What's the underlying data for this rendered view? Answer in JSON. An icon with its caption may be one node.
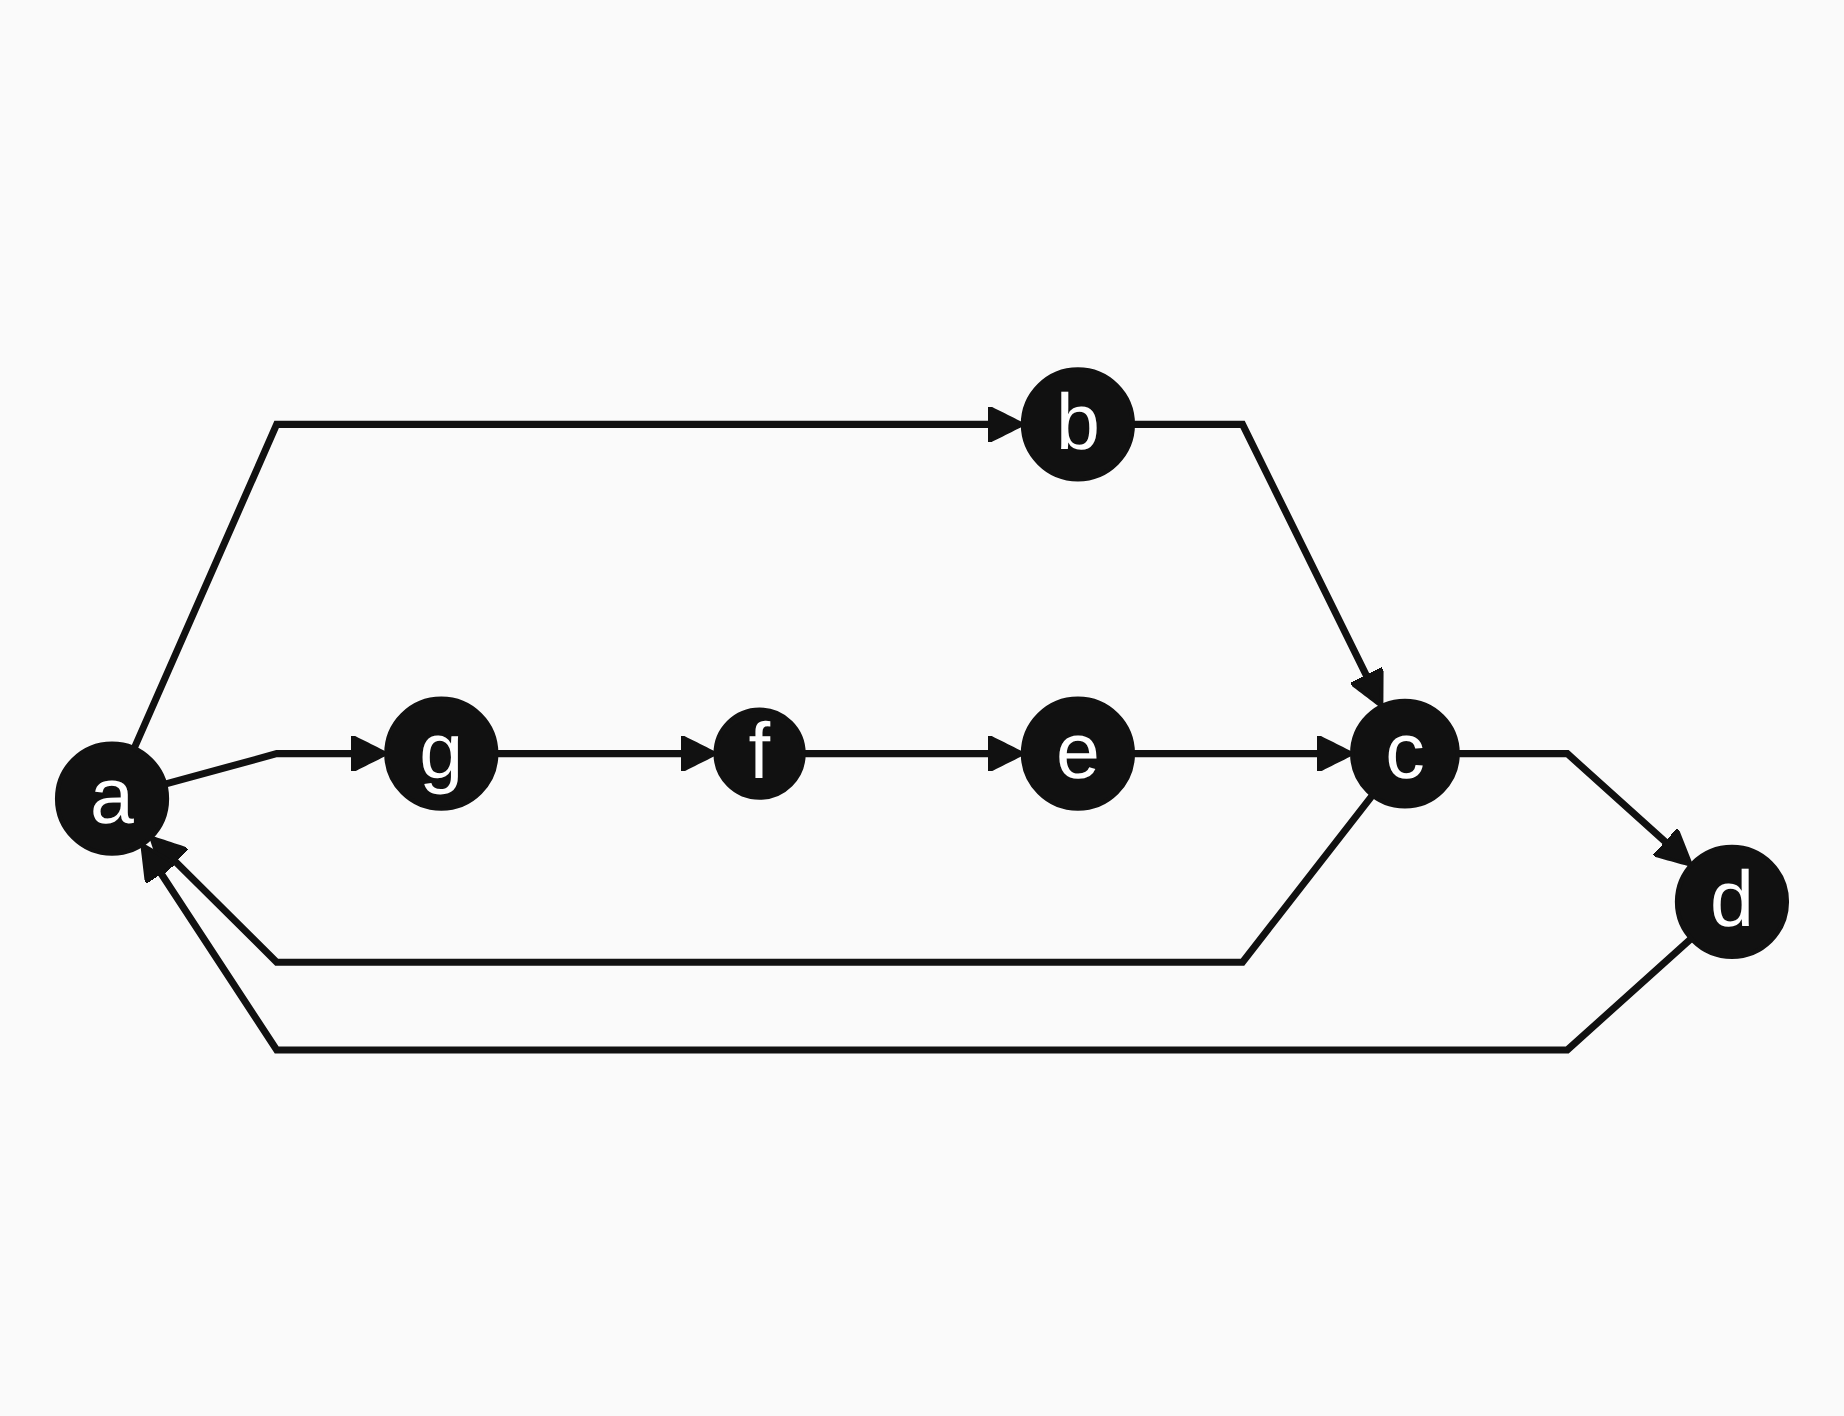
{
  "diagram": {
    "nodes": [
      {
        "text": [
          "a"
        ]
      },
      {
        "text": [
          "b"
        ]
      },
      {
        "text": [
          "c"
        ]
      },
      {
        "text": [
          "d"
        ]
      },
      {
        "text": [
          "e"
        ]
      },
      {
        "text": [
          "f"
        ]
      },
      {
        "text": [
          "g"
        ]
      }
    ],
    "edges": [
      {
        "from": 0,
        "to": 1,
        "arrow": "to"
      },
      {
        "from": 1,
        "to": 2,
        "arrow": "to"
      },
      {
        "from": 2,
        "to": 0,
        "arrow": "to"
      },
      {
        "from": 2,
        "to": 3,
        "arrow": "to"
      },
      {
        "from": 3,
        "to": 0,
        "arrow": "to"
      },
      {
        "from": 4,
        "to": 2,
        "arrow": "to"
      },
      {
        "from": 5,
        "to": 4,
        "arrow": "to"
      },
      {
        "from": 6,
        "to": 5,
        "arrow": "to"
      },
      {
        "from": 0,
        "to": 6,
        "arrow": "to"
      }
    ]
  }
}
